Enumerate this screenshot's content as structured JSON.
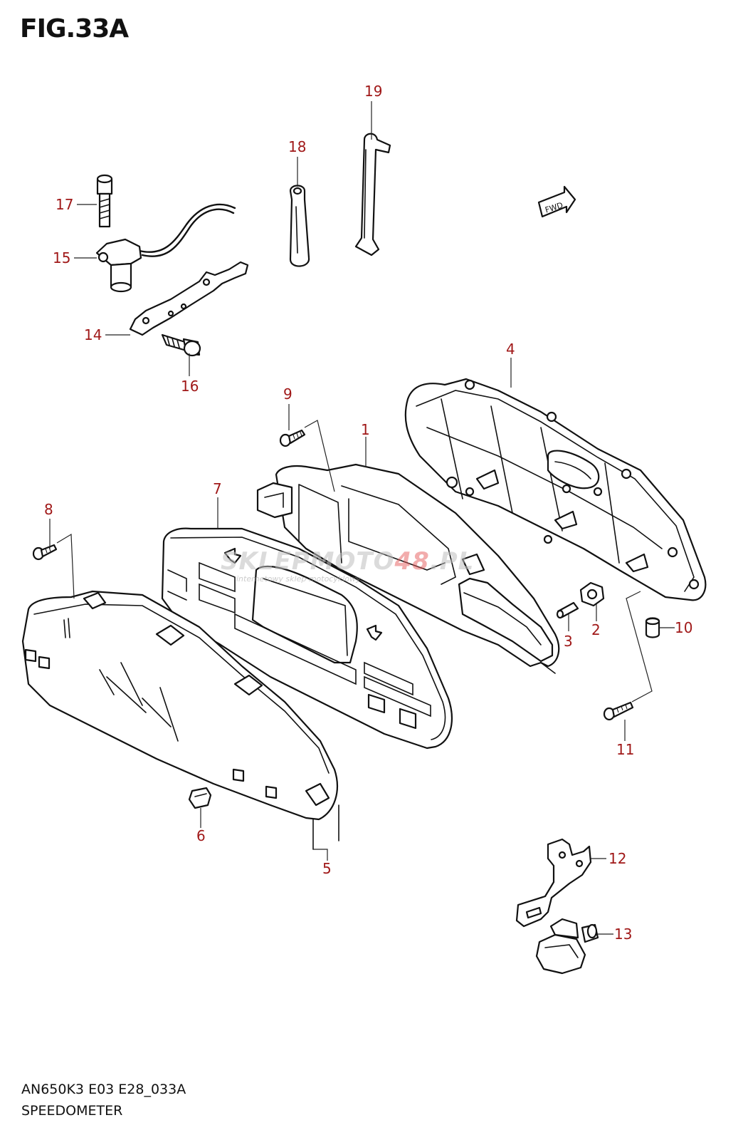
{
  "figure": {
    "title": "FIG.33A",
    "model_code": "AN650K3 E03 E28_033A",
    "assembly_name": "SPEEDOMETER",
    "direction_marker": "FWD"
  },
  "watermark": {
    "brand_main": "SKLEPMOTO",
    "brand_number": "48",
    "brand_suffix": ".PL",
    "tagline": "internetowy sklep motocyklowy"
  },
  "callouts": {
    "c1": "1",
    "c2": "2",
    "c3": "3",
    "c4": "4",
    "c5": "5",
    "c6": "6",
    "c7": "7",
    "c8": "8",
    "c9": "9",
    "c10": "10",
    "c11": "11",
    "c12": "12",
    "c13": "13",
    "c14": "14",
    "c15": "15",
    "c16": "16",
    "c17": "17",
    "c18": "18",
    "c19": "19"
  },
  "colors": {
    "callout": "#a01818",
    "linework": "#111111"
  }
}
